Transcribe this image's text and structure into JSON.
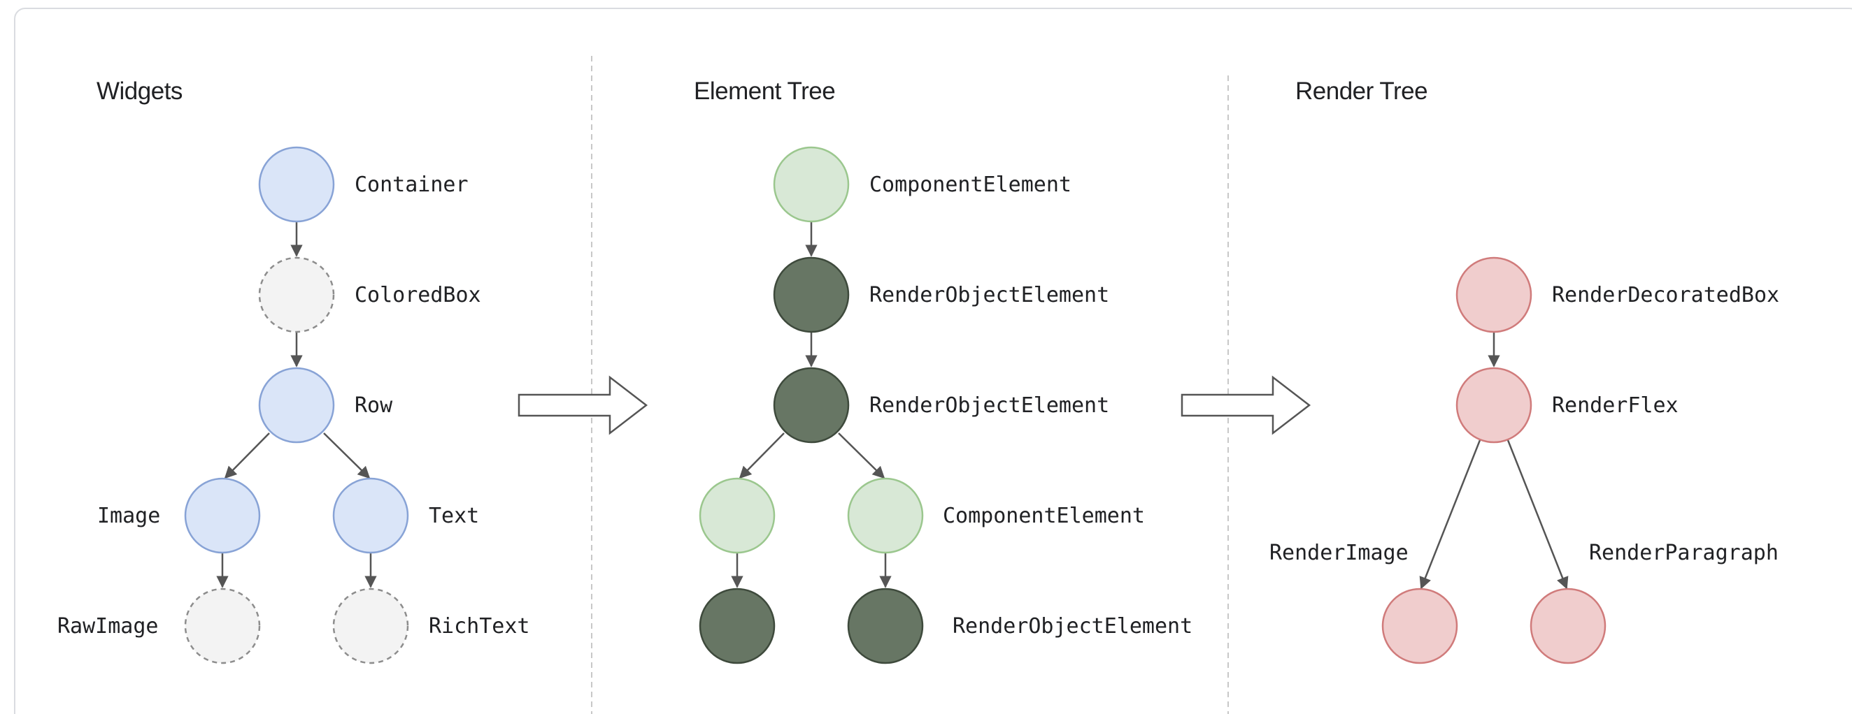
{
  "colors": {
    "widget_fill": "#dae5f8",
    "widget_stroke": "#88a3d6",
    "placeholder_fill": "#f3f3f3",
    "placeholder_stroke": "#8d8d8d",
    "component_fill": "#d8e8d6",
    "component_stroke": "#9bc78e",
    "render_object_element_fill": "#677664",
    "render_object_element_stroke": "#3e4a3c",
    "render_fill": "#f0cdcd",
    "render_stroke": "#d07b7b",
    "arrow": "#555555",
    "divider": "#c8c8c8"
  },
  "sections": {
    "widgets": {
      "title": "Widgets",
      "nodes": {
        "container": "Container",
        "colored_box": "ColoredBox",
        "row": "Row",
        "image": "Image",
        "text": "Text",
        "raw_image": "RawImage",
        "rich_text": "RichText"
      }
    },
    "element_tree": {
      "title": "Element Tree",
      "nodes": {
        "component_element": "ComponentElement",
        "render_object_element_1": "RenderObjectElement",
        "render_object_element_2": "RenderObjectElement",
        "component_element_pair": "ComponentElement",
        "render_object_element_pair": "RenderObjectElement"
      }
    },
    "render_tree": {
      "title": "Render Tree",
      "nodes": {
        "render_decorated_box": "RenderDecoratedBox",
        "render_flex": "RenderFlex",
        "render_image": "RenderImage",
        "render_paragraph": "RenderParagraph"
      }
    }
  }
}
